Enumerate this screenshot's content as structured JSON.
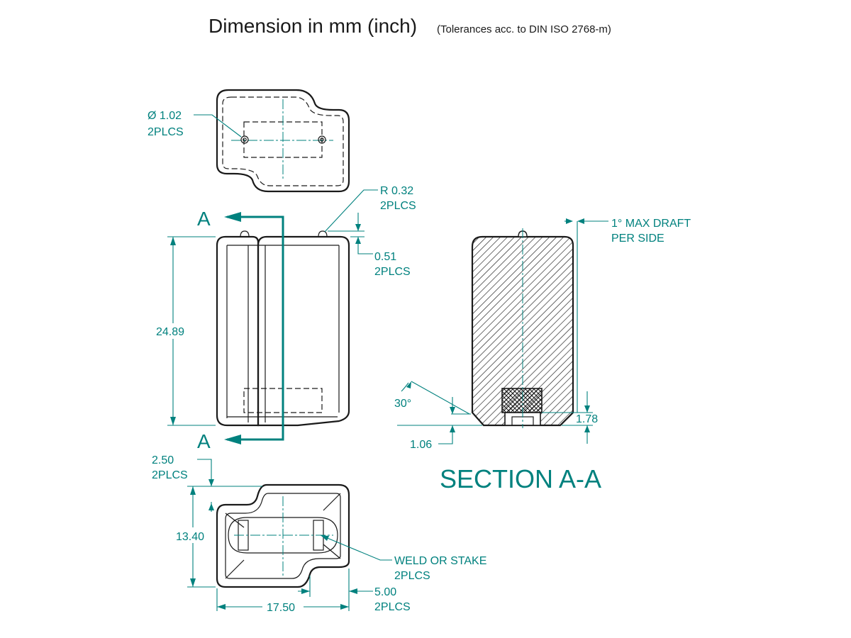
{
  "title": {
    "main": "Dimension in mm (inch)",
    "sub": "(Tolerances acc. to DIN ISO 2768-m)"
  },
  "top_view": {
    "hole_dia": "Ø 1.02",
    "hole_count": "2PLCS"
  },
  "front_view": {
    "section_marker": "A",
    "height": "24.89",
    "radius": "R 0.32",
    "radius_count": "2PLCS",
    "bump_height": "0.51",
    "bump_count": "2PLCS"
  },
  "bottom_view": {
    "step_width": "2.50",
    "step_width_count": "2PLCS",
    "depth": "13.40",
    "width": "17.50",
    "notch": "5.00",
    "notch_count": "2PLCS",
    "weld_note": "WELD OR STAKE",
    "weld_count": "2PLCS"
  },
  "section_view": {
    "title": "SECTION A-A",
    "draft_note_line1": "1° MAX DRAFT",
    "draft_note_line2": "PER SIDE",
    "chamfer_angle": "30°",
    "chamfer_height": "1.06",
    "recess_height": "1.78"
  },
  "colors": {
    "annotation": "#00817e",
    "outline": "#1a1a1a"
  }
}
